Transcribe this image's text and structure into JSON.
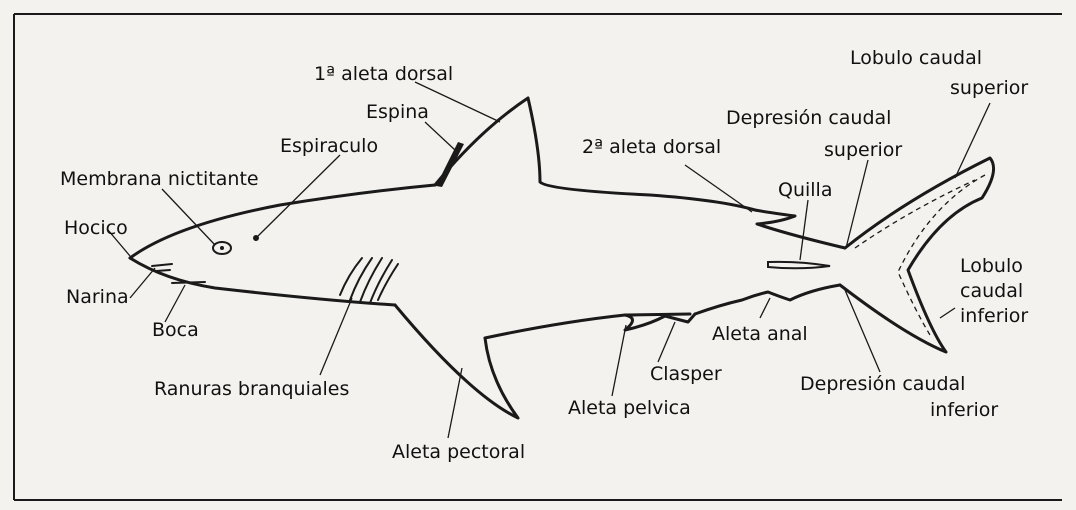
{
  "labels": {
    "primera_aleta_dorsal": "1ª aleta dorsal",
    "espina": "Espina",
    "espiraculo": "Espiraculo",
    "membrana_nictitante": "Membrana nictitante",
    "hocico": "Hocico",
    "narina": "Narina",
    "boca": "Boca",
    "ranuras_branquiales": "Ranuras branquiales",
    "aleta_pectoral": "Aleta pectoral",
    "aleta_pelvica": "Aleta pelvica",
    "clasper": "Clasper",
    "aleta_anal": "Aleta anal",
    "segunda_aleta_dorsal": "2ª aleta dorsal",
    "quilla": "Quilla",
    "depresion_caudal_superior_1": "Depresión caudal",
    "depresion_caudal_superior_2": "superior",
    "lobulo_caudal_superior_1": "Lobulo caudal",
    "lobulo_caudal_superior_2": "superior",
    "lobulo_caudal_inferior_1": "Lobulo",
    "lobulo_caudal_inferior_2": "caudal",
    "lobulo_caudal_inferior_3": "inferior",
    "depresion_caudal_inferior_1": "Depresión caudal",
    "depresion_caudal_inferior_2": "inferior"
  }
}
